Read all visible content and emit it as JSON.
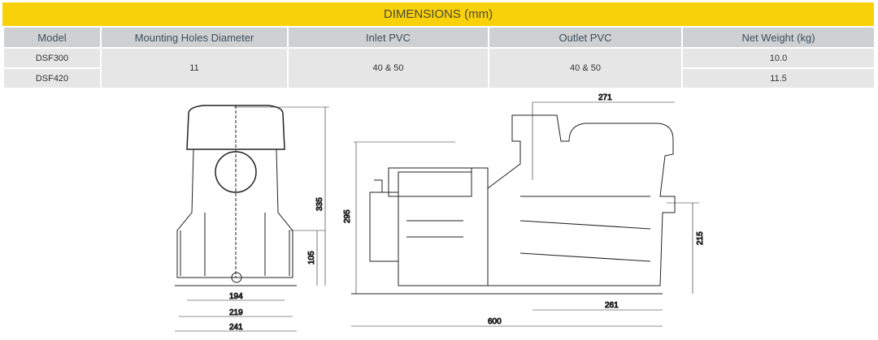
{
  "title": "DIMENSIONS (mm)",
  "headers": [
    "Model",
    "Mounting Holes Diameter",
    "Inlet PVC",
    "Outlet PVC",
    "Net Weight (kg)"
  ],
  "rows": [
    {
      "model": "DSF300",
      "weight": "10.0"
    },
    {
      "model": "DSF420",
      "weight": "11.5"
    }
  ],
  "shared": {
    "mounting": "11",
    "inlet": "40 & 50",
    "outlet": "40 & 50"
  },
  "dims": {
    "front_height": "335",
    "front_base_height": "105",
    "front_w1": "194",
    "front_w2": "219",
    "front_w3": "241",
    "side_height": "295",
    "side_top": "271",
    "side_outlet_height": "215",
    "side_base": "261",
    "side_length": "600"
  }
}
